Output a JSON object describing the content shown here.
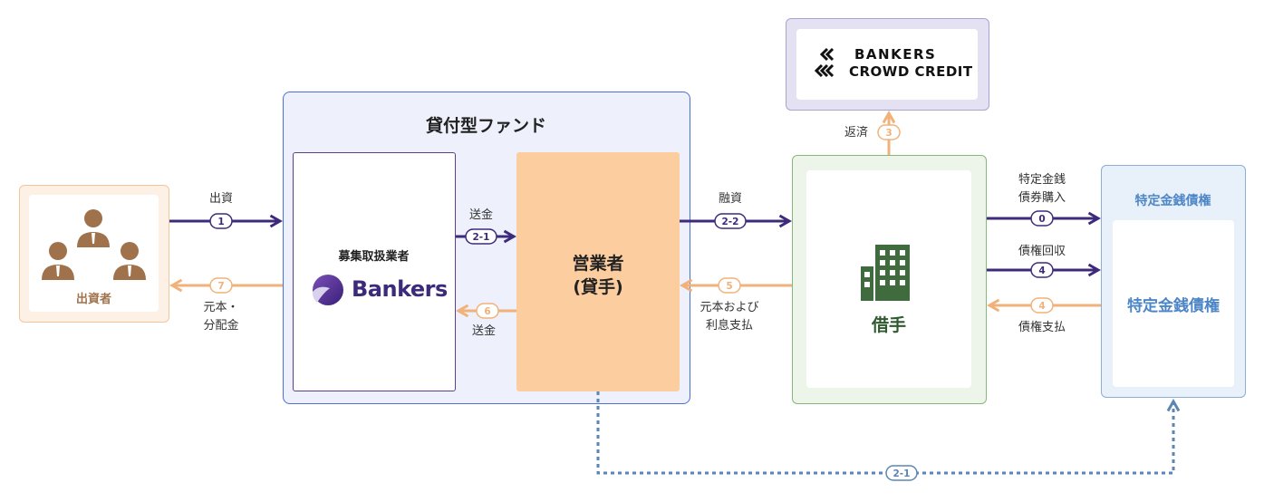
{
  "colors": {
    "purple": "#3d2a7a",
    "orange": "#f0b27a",
    "blue_dotted": "#5b86b4",
    "investor_bg": "#fdf1e6",
    "investor_border": "#f0c89a",
    "fund_bg": "#eef0fb",
    "fund_border": "#4a6fd6",
    "recruiter_border": "#5b3f8a",
    "operator_bg": "#fccd9f",
    "borrower_bg": "#edf5ea",
    "borrower_border": "#86b87a",
    "claim_bg": "#e8f0f9",
    "claim_border": "#8aaed6",
    "bcc_bg": "#e4e2f2",
    "bcc_border": "#a9a4cf",
    "investor_icon": "#a0724b",
    "building_icon": "#3f6b3f",
    "borrower_text": "#2f5a2f",
    "claim_text": "#4d86c6"
  },
  "investor": {
    "label": "出資者",
    "icon": "investors-group-icon"
  },
  "fund": {
    "title": "貸付型ファンド"
  },
  "recruiter": {
    "label": "募集取扱業者",
    "logo_text": "Bankers"
  },
  "operator": {
    "line1": "営業者",
    "line2": "(貸手)"
  },
  "borrower": {
    "label": "借手",
    "icon": "building-icon"
  },
  "bcc": {
    "line1": "BANKERS",
    "line2": "CROWD CREDIT"
  },
  "claim": {
    "header": "特定金銭債権",
    "label": "特定金銭債権"
  },
  "flows": {
    "invest": {
      "label": "出資",
      "step": "1"
    },
    "principal_distribution": {
      "label1": "元本・",
      "label2": "分配金",
      "step": "7"
    },
    "remit_in": {
      "label": "送金",
      "step": "2-1"
    },
    "remit_out": {
      "label": "送金",
      "step": "6"
    },
    "loan": {
      "label": "融資",
      "step": "2-2"
    },
    "repay_interest": {
      "label1": "元本および",
      "label2": "利息支払",
      "step": "5"
    },
    "repayment": {
      "label": "返済",
      "step": "3"
    },
    "purchase": {
      "label1": "特定金銭",
      "label2": "債券購入",
      "step": "0"
    },
    "collection": {
      "label": "債権回収",
      "step": "4"
    },
    "claim_payment": {
      "label": "債権支払",
      "step": "4"
    },
    "dotted": {
      "step": "2-1"
    }
  }
}
